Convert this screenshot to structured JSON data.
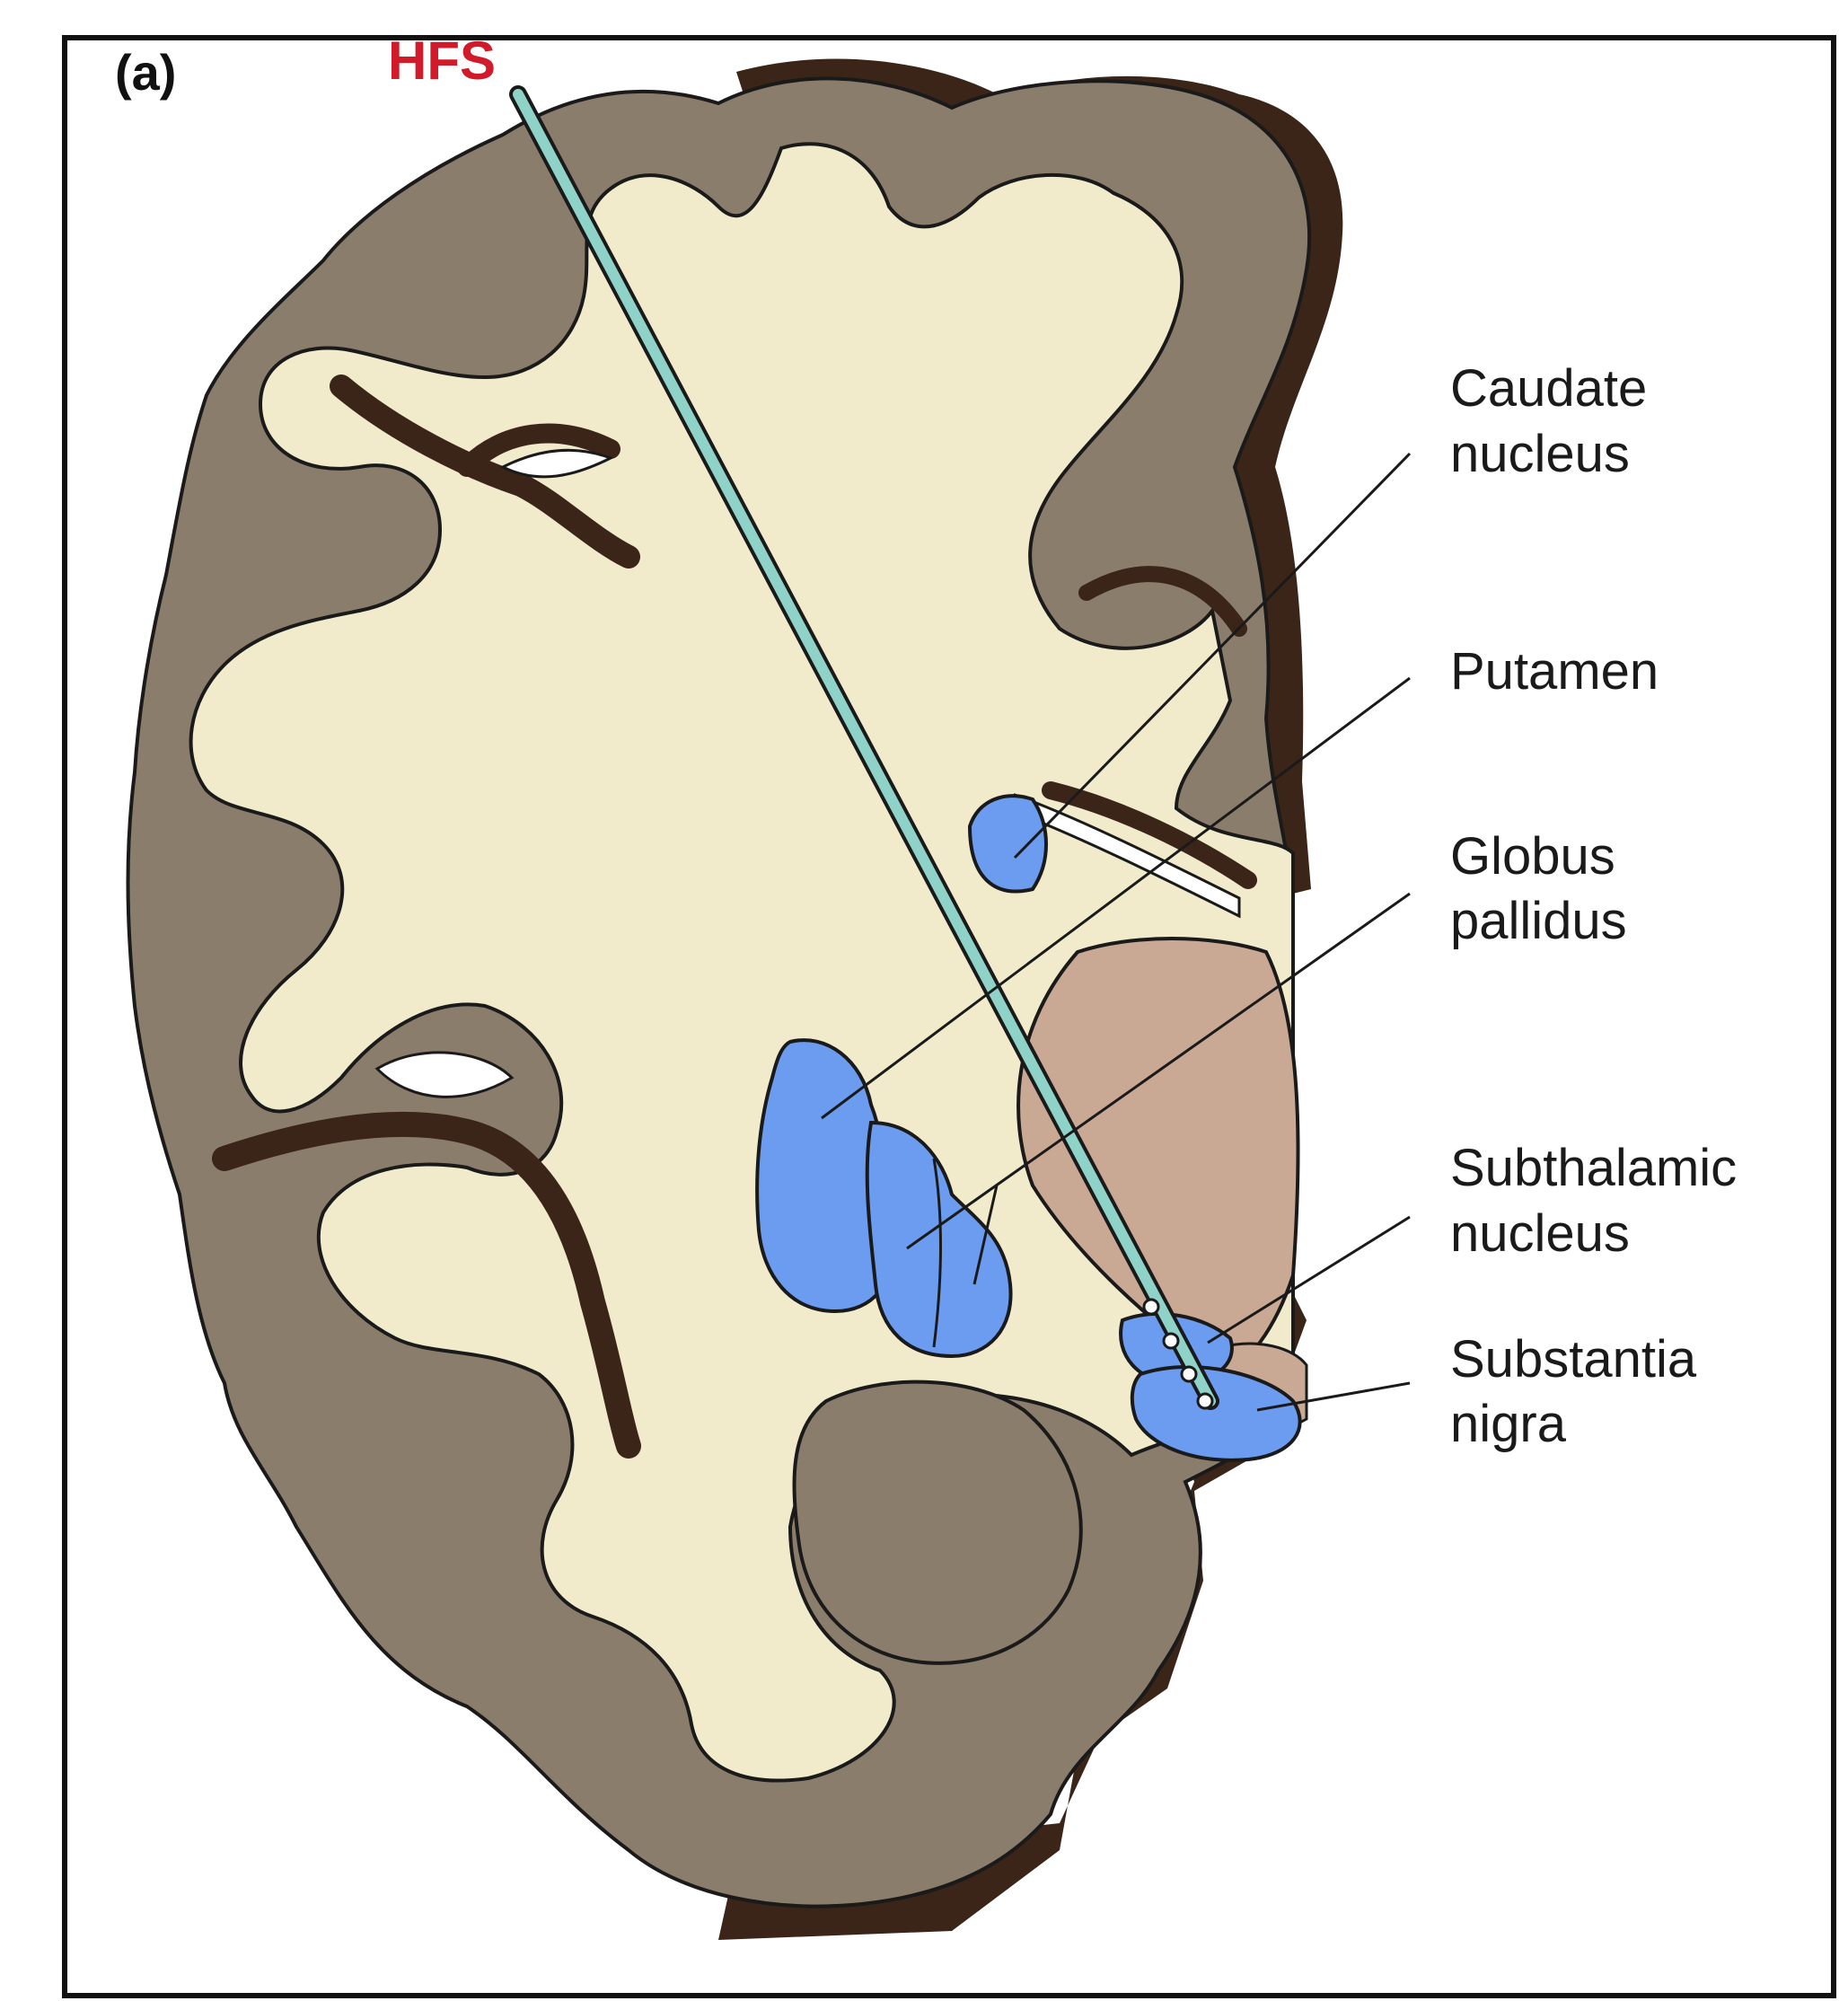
{
  "figure": {
    "panel_label": "(a)",
    "electrode_label": "HFS",
    "structures": [
      {
        "id": "caudate",
        "line1": "Caudate",
        "line2": "nucleus"
      },
      {
        "id": "putamen",
        "line1": "Putamen",
        "line2": ""
      },
      {
        "id": "globus",
        "line1": "Globus",
        "line2": "pallidus"
      },
      {
        "id": "stn",
        "line1": "Subthalamic",
        "line2": "nucleus"
      },
      {
        "id": "sn",
        "line1": "Substantia",
        "line2": "nigra"
      }
    ]
  },
  "colors": {
    "gray_matter": "#8b7d6b",
    "white_matter": "#f1ebcc",
    "shadow": "#3a2518",
    "basal_ganglia": "#6b9cf0",
    "thalamus": "#c9a894",
    "electrode": "#8fd2c8",
    "hfs_red": "#d11a2a",
    "frame": "#111111"
  }
}
